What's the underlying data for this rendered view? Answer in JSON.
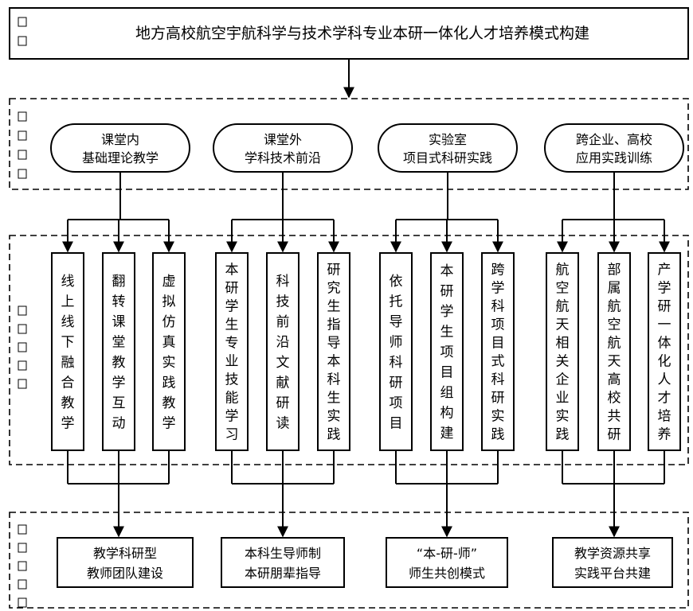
{
  "title": "地方高校航空宇航科学与技术学科专业本研一体化人才培养模式构建",
  "markers": {
    "title": [
      "□",
      "□"
    ],
    "row1": [
      "□",
      "□",
      "□",
      "□"
    ],
    "row2": [
      "□",
      "□",
      "□",
      "□",
      "□"
    ],
    "row3": [
      "□",
      "□",
      "□",
      "□",
      "□"
    ]
  },
  "ovals": [
    {
      "line1": "课堂内",
      "line2": "基础理论教学"
    },
    {
      "line1": "课堂外",
      "line2": "学科技术前沿"
    },
    {
      "line1": "实验室",
      "line2": "项目式科研实践"
    },
    {
      "line1": "跨企业、高校",
      "line2": "应用实践训练"
    }
  ],
  "columns": [
    [
      "线上线下融合教学",
      "翻转课堂教学互动",
      "虚拟仿真实践教学"
    ],
    [
      "本研学生专业技能学习",
      "科技前沿文献研读",
      "研究生指导本科生实践"
    ],
    [
      "依托导师科研项目",
      "本研学生项目组构建",
      "跨学科项目式科研实践"
    ],
    [
      "航空航天相关企业实践",
      "部属航空航天高校共研",
      "产学研一体化人才培养"
    ]
  ],
  "outcomes": [
    {
      "line1": "教学科研型",
      "line2": "教师团队建设"
    },
    {
      "line1": "本科生导师制",
      "line2": "本研朋辈指导"
    },
    {
      "line1": "“本-研-师”",
      "line2": "师生共创模式"
    },
    {
      "line1": "教学资源共享",
      "line2": "实践平台共建"
    }
  ]
}
